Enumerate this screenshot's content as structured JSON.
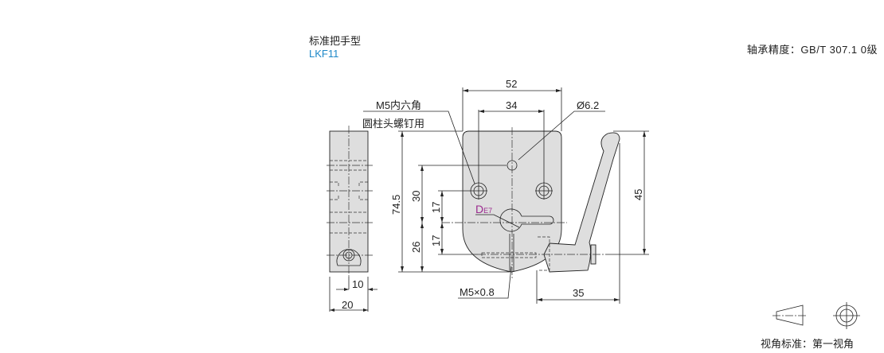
{
  "header": {
    "title": "标准把手型",
    "model": "LKF11",
    "precision": "轴承精度：GB/T  307.1  0级"
  },
  "drawing": {
    "dims": {
      "width_52": "52",
      "hole_pitch_34": "34",
      "hole_dia": "Ø6.2",
      "height_74_5": "74.5",
      "dim_30": "30",
      "dim_17_upper": "17",
      "dim_17_lower": "17",
      "dim_26": "26",
      "dim_45": "45",
      "dim_35": "35",
      "side_10": "10",
      "side_20": "20"
    },
    "callouts": {
      "screw_line1": "M5内六角",
      "screw_line2": "圆柱头螺钉用",
      "bore_d": "D",
      "bore_tol": "E7",
      "thread": "M5×0.8"
    },
    "bore_label_color": "#9b2a8f"
  },
  "projection": {
    "label": "视角标准：第一视角"
  }
}
